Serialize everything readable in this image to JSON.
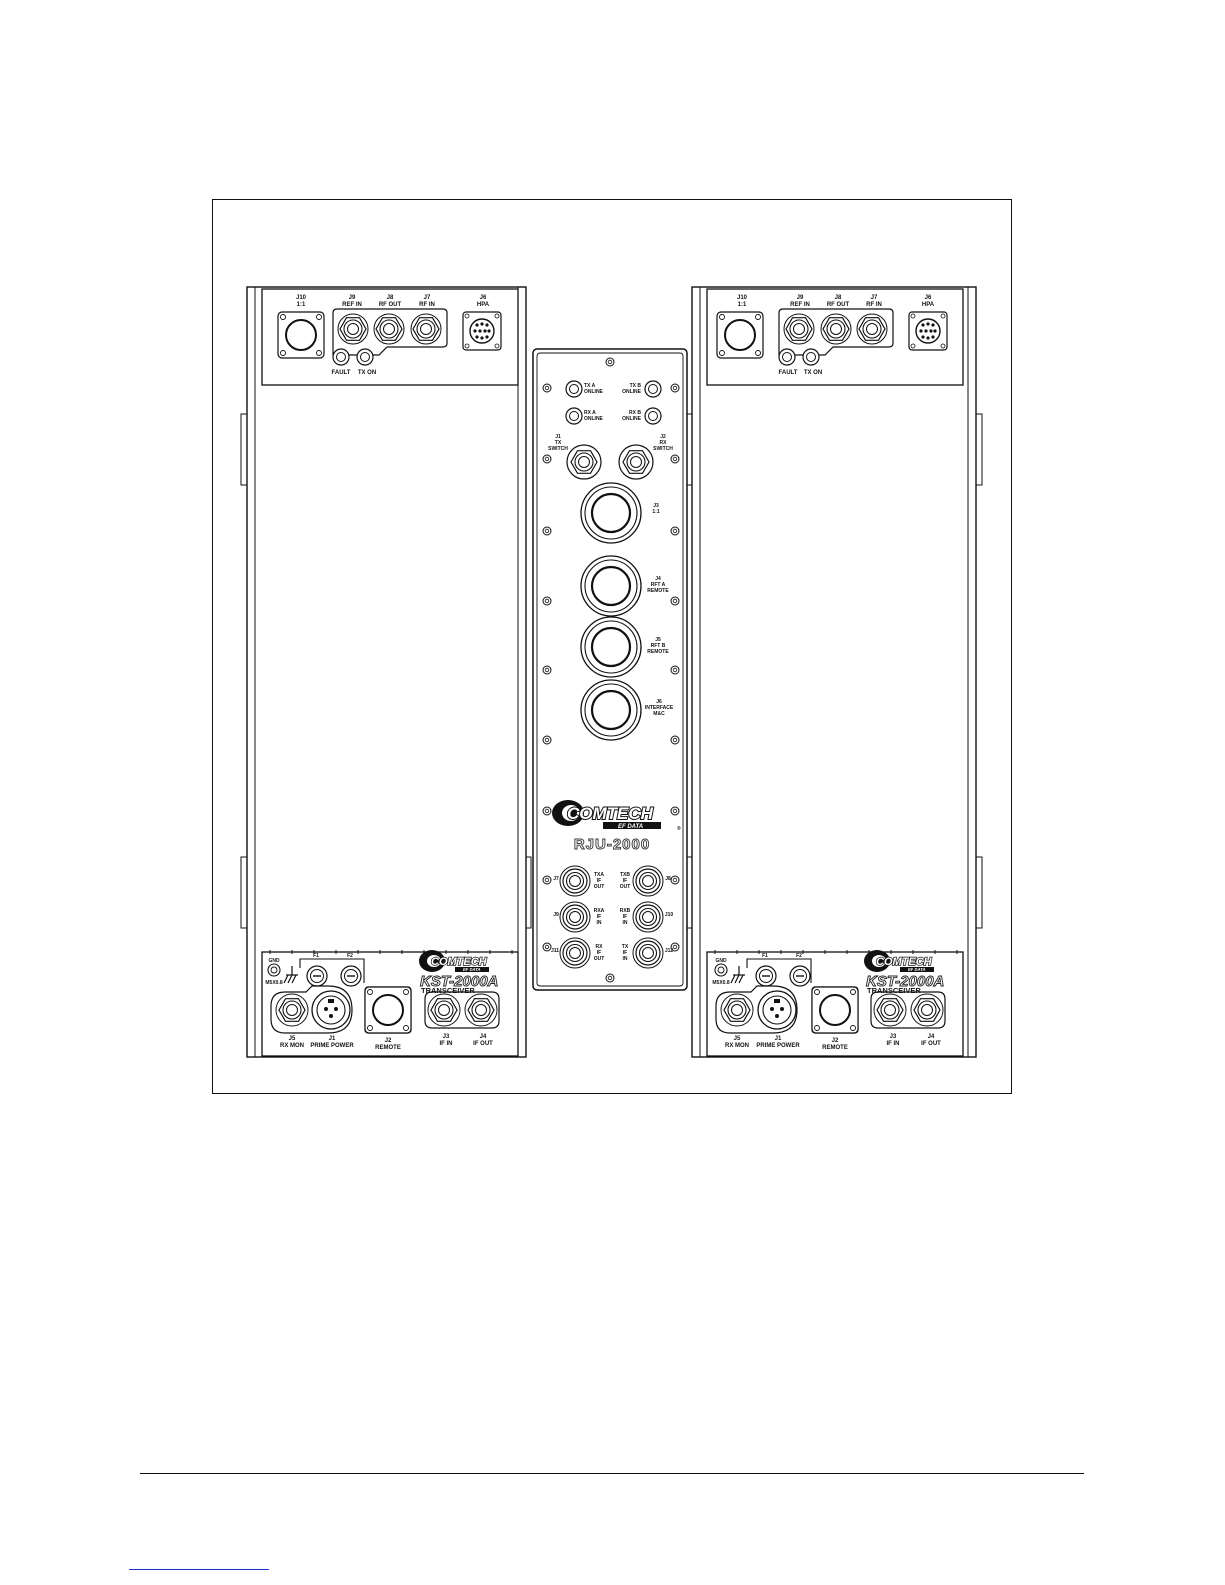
{
  "left_unit": {
    "top_labels": {
      "j10": [
        "J10",
        "1:1"
      ],
      "j9": [
        "J9",
        "REF IN"
      ],
      "j8": [
        "J8",
        "RF OUT"
      ],
      "j7": [
        "J7",
        "RF IN"
      ],
      "j6": [
        "J6",
        "HPA"
      ]
    },
    "leds": [
      "FAULT",
      "TX ON"
    ],
    "bottom_labels": {
      "gnd": [
        "GND",
        "M5X0.8"
      ],
      "f1": "F1",
      "f2": "F2",
      "j5": [
        "J5",
        "RX MON"
      ],
      "j1": [
        "J1",
        "PRIME POWER"
      ],
      "j2": [
        "J2",
        "REMOTE"
      ],
      "j3": [
        "J3",
        "IF IN"
      ],
      "j4": [
        "J4",
        "IF OUT"
      ]
    },
    "brand": "COMTECH",
    "brand_sub": "EF DATA",
    "model": "KST-2000A",
    "model_sub": "TRANSCEIVER"
  },
  "right_unit": {
    "top_labels": {
      "j10": [
        "J10",
        "1:1"
      ],
      "j9": [
        "J9",
        "REF IN"
      ],
      "j8": [
        "J8",
        "RF OUT"
      ],
      "j7": [
        "J7",
        "RF IN"
      ],
      "j6": [
        "J6",
        "HPA"
      ]
    },
    "leds": [
      "FAULT",
      "TX ON"
    ],
    "bottom_labels": {
      "gnd": [
        "GND",
        "M5X0.8"
      ],
      "f1": "F1",
      "f2": "F2",
      "j5": [
        "J5",
        "RX MON"
      ],
      "j1": [
        "J1",
        "PRIME POWER"
      ],
      "j2": [
        "J2",
        "REMOTE"
      ],
      "j3": [
        "J3",
        "IF IN"
      ],
      "j4": [
        "J4",
        "IF OUT"
      ]
    },
    "brand": "COMTECH",
    "brand_sub": "EF DATA",
    "model": "KST-2000A",
    "model_sub": "TRANSCEIVER"
  },
  "rju": {
    "leds": {
      "tx_a": [
        "TX A",
        "ONLINE"
      ],
      "tx_b": [
        "TX B",
        "ONLINE"
      ],
      "rx_a": [
        "RX A",
        "ONLINE"
      ],
      "rx_b": [
        "RX B",
        "ONLINE"
      ]
    },
    "j1": [
      "J1",
      "TX",
      "SWITCH"
    ],
    "j2": [
      "J2",
      "RX",
      "SWITCH"
    ],
    "j3": [
      "J3",
      "1:1"
    ],
    "j4": [
      "J4",
      "RFT A",
      "REMOTE"
    ],
    "j5": [
      "J5",
      "RFT B",
      "REMOTE"
    ],
    "j6": [
      "J6",
      "INTERFACE",
      "M&C"
    ],
    "brand": "COMTECH",
    "brand_sub": "EF DATA",
    "model": "RJU-2000",
    "bottom": {
      "j7": "J7",
      "j8": "J8",
      "j9": "J9",
      "j10": "J10",
      "j11": "J11",
      "j12": "J12",
      "txa_if_out": [
        "TXA",
        "IF",
        "OUT"
      ],
      "txb_if_out": [
        "TXB",
        "IF",
        "OUT"
      ],
      "rxa_if_in": [
        "RXA",
        "IF",
        "IN"
      ],
      "rxb_if_in": [
        "RXB",
        "IF",
        "IN"
      ],
      "rx_if_out": [
        "RX",
        "IF",
        "OUT"
      ],
      "tx_if_in": [
        "TX",
        "IF",
        "IN"
      ]
    }
  }
}
